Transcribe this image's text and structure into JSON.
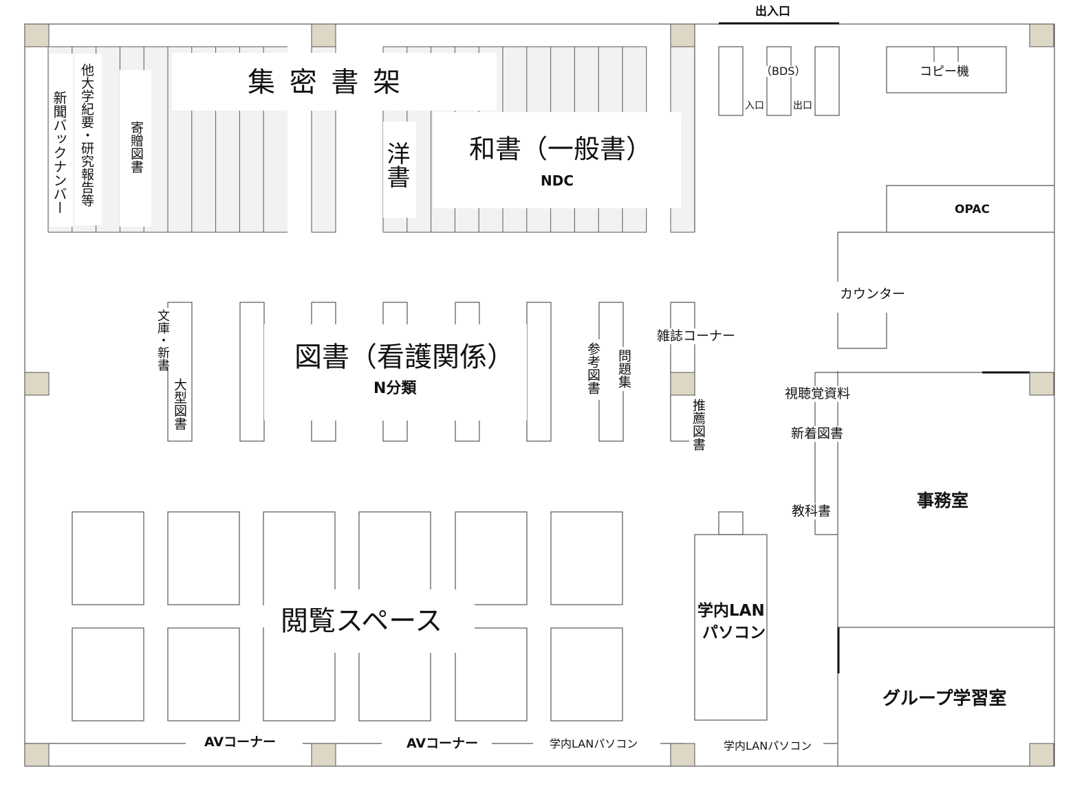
{
  "colors": {
    "wall": "#555555",
    "pillar": "#ddd7c6",
    "shelf_fill": "#f2f2f2"
  },
  "entrance": {
    "label": "出入口"
  },
  "bds": {
    "title": "（BDS）",
    "in": "入口",
    "out": "出口"
  },
  "copy": {
    "label": "コピー機"
  },
  "opac": {
    "label": "OPAC"
  },
  "counter": {
    "label": "カウンター"
  },
  "stacks": {
    "compact_title": "集 密 書 架",
    "newspaper": "新聞バックナンバー",
    "other_univ": "他大学紀要・研究報告等",
    "donated": "寄贈図書",
    "western": "洋書",
    "japanese_title": "和書（一般書）",
    "japanese_sub": "NDC"
  },
  "middle": {
    "nursing_title": "図書（看護関係）",
    "nursing_sub": "N分類",
    "bunko": "文庫・新書",
    "large": "大型図書",
    "reference": "参考図書",
    "problems": "問題集",
    "magazine": "雑誌コーナー",
    "recommended": "推薦図書"
  },
  "side": {
    "av_materials": "視聴覚資料",
    "new_books": "新着図書",
    "textbooks": "教科書",
    "office": "事務室",
    "group_room": "グループ学習室"
  },
  "reading": {
    "label": "閲覧スペース"
  },
  "pc": {
    "line1": "学内LAN",
    "line2": "パソコン"
  },
  "bottom": {
    "av1": "AVコーナー",
    "av2": "AVコーナー",
    "lan1": "学内LANパソコン",
    "lan2": "学内LANパソコン"
  }
}
